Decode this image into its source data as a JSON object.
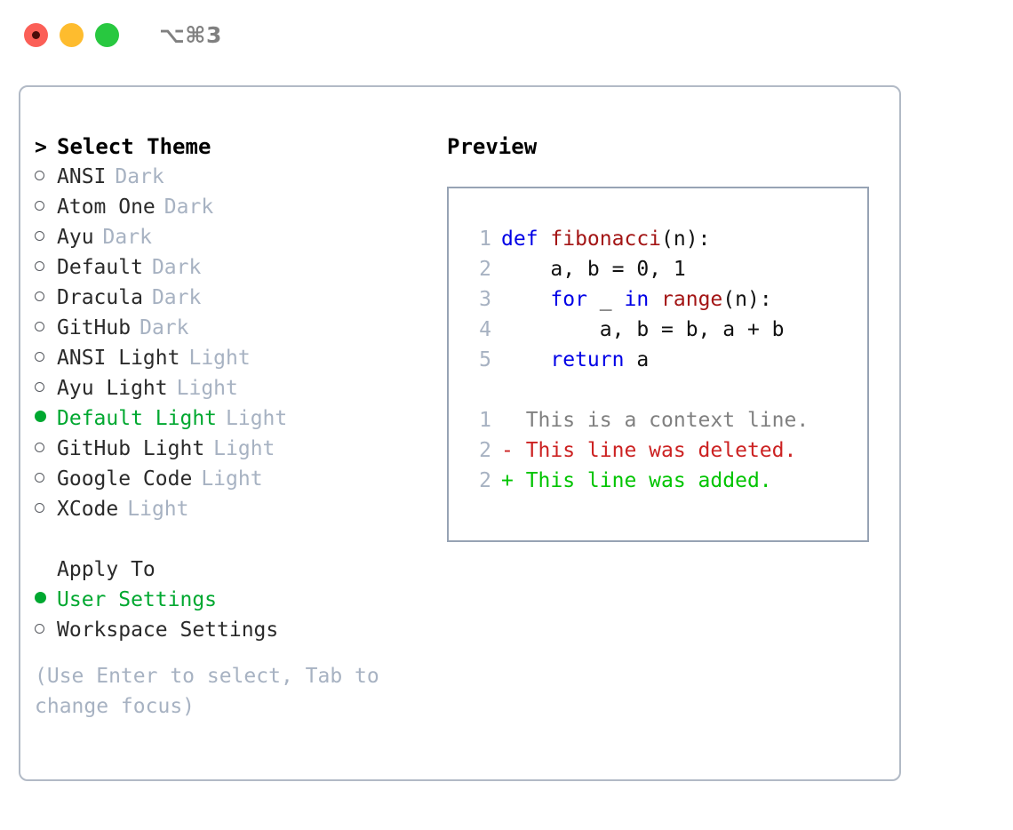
{
  "titlebar": {
    "buttons": [
      {
        "name": "close",
        "color": "#fb5f57"
      },
      {
        "name": "minimize",
        "color": "#febc2e"
      },
      {
        "name": "maximize",
        "color": "#28c840"
      }
    ],
    "shortcut": "⌥⌘3"
  },
  "theme_picker": {
    "header_marker": ">",
    "header": "Select Theme",
    "items": [
      {
        "marker": "hollow",
        "name": "ANSI",
        "variant": "Dark",
        "selected": false
      },
      {
        "marker": "hollow",
        "name": "Atom One",
        "variant": "Dark",
        "selected": false
      },
      {
        "marker": "hollow",
        "name": "Ayu",
        "variant": "Dark",
        "selected": false
      },
      {
        "marker": "hollow",
        "name": "Default",
        "variant": "Dark",
        "selected": false
      },
      {
        "marker": "hollow",
        "name": "Dracula",
        "variant": "Dark",
        "selected": false
      },
      {
        "marker": "hollow",
        "name": "GitHub",
        "variant": "Dark",
        "selected": false
      },
      {
        "marker": "hollow",
        "name": "ANSI Light",
        "variant": "Light",
        "selected": false
      },
      {
        "marker": "hollow",
        "name": "Ayu Light",
        "variant": "Light",
        "selected": false
      },
      {
        "marker": "filled",
        "name": "Default Light",
        "variant": "Light",
        "selected": true
      },
      {
        "marker": "hollow",
        "name": "GitHub Light",
        "variant": "Light",
        "selected": false
      },
      {
        "marker": "hollow",
        "name": "Google Code",
        "variant": "Light",
        "selected": false
      },
      {
        "marker": "hollow",
        "name": "XCode",
        "variant": "Light",
        "selected": false
      }
    ]
  },
  "apply_to": {
    "label": "Apply To",
    "items": [
      {
        "marker": "filled",
        "name": "User Settings",
        "selected": true
      },
      {
        "marker": "hollow",
        "name": "Workspace Settings",
        "selected": false
      }
    ]
  },
  "hint": "(Use Enter to select, Tab to\nchange focus)",
  "preview": {
    "title": "Preview",
    "code_lines": [
      {
        "no": "1",
        "tokens": [
          {
            "t": "def ",
            "c": "kw"
          },
          {
            "t": "fibonacci",
            "c": "fn"
          },
          {
            "t": "(n):",
            "c": "txt"
          }
        ]
      },
      {
        "no": "2",
        "tokens": [
          {
            "t": "    a, b = 0, 1",
            "c": "txt"
          }
        ]
      },
      {
        "no": "3",
        "tokens": [
          {
            "t": "    ",
            "c": "txt"
          },
          {
            "t": "for",
            "c": "kw"
          },
          {
            "t": " _ ",
            "c": "txt"
          },
          {
            "t": "in",
            "c": "kw"
          },
          {
            "t": " ",
            "c": "txt"
          },
          {
            "t": "range",
            "c": "fn"
          },
          {
            "t": "(n):",
            "c": "txt"
          }
        ]
      },
      {
        "no": "4",
        "tokens": [
          {
            "t": "        a, b = b, a + b",
            "c": "txt"
          }
        ]
      },
      {
        "no": "5",
        "tokens": [
          {
            "t": "    ",
            "c": "txt"
          },
          {
            "t": "return",
            "c": "kw"
          },
          {
            "t": " a",
            "c": "txt"
          }
        ]
      }
    ],
    "diff_lines": [
      {
        "no": "1",
        "tokens": [
          {
            "t": "  This is a context line.",
            "c": "ctx"
          }
        ]
      },
      {
        "no": "2",
        "tokens": [
          {
            "t": "- This line was deleted.",
            "c": "del"
          }
        ]
      },
      {
        "no": "2",
        "tokens": [
          {
            "t": "+ This line was added.",
            "c": "add"
          }
        ]
      }
    ]
  },
  "colors": {
    "accent_green": "#00a830",
    "keyword_blue": "#0000e6",
    "function_red": "#a31515",
    "diff_deleted": "#cc2222",
    "diff_added": "#00c400",
    "muted": "#a7b2c2",
    "border": "#b2bac6"
  }
}
